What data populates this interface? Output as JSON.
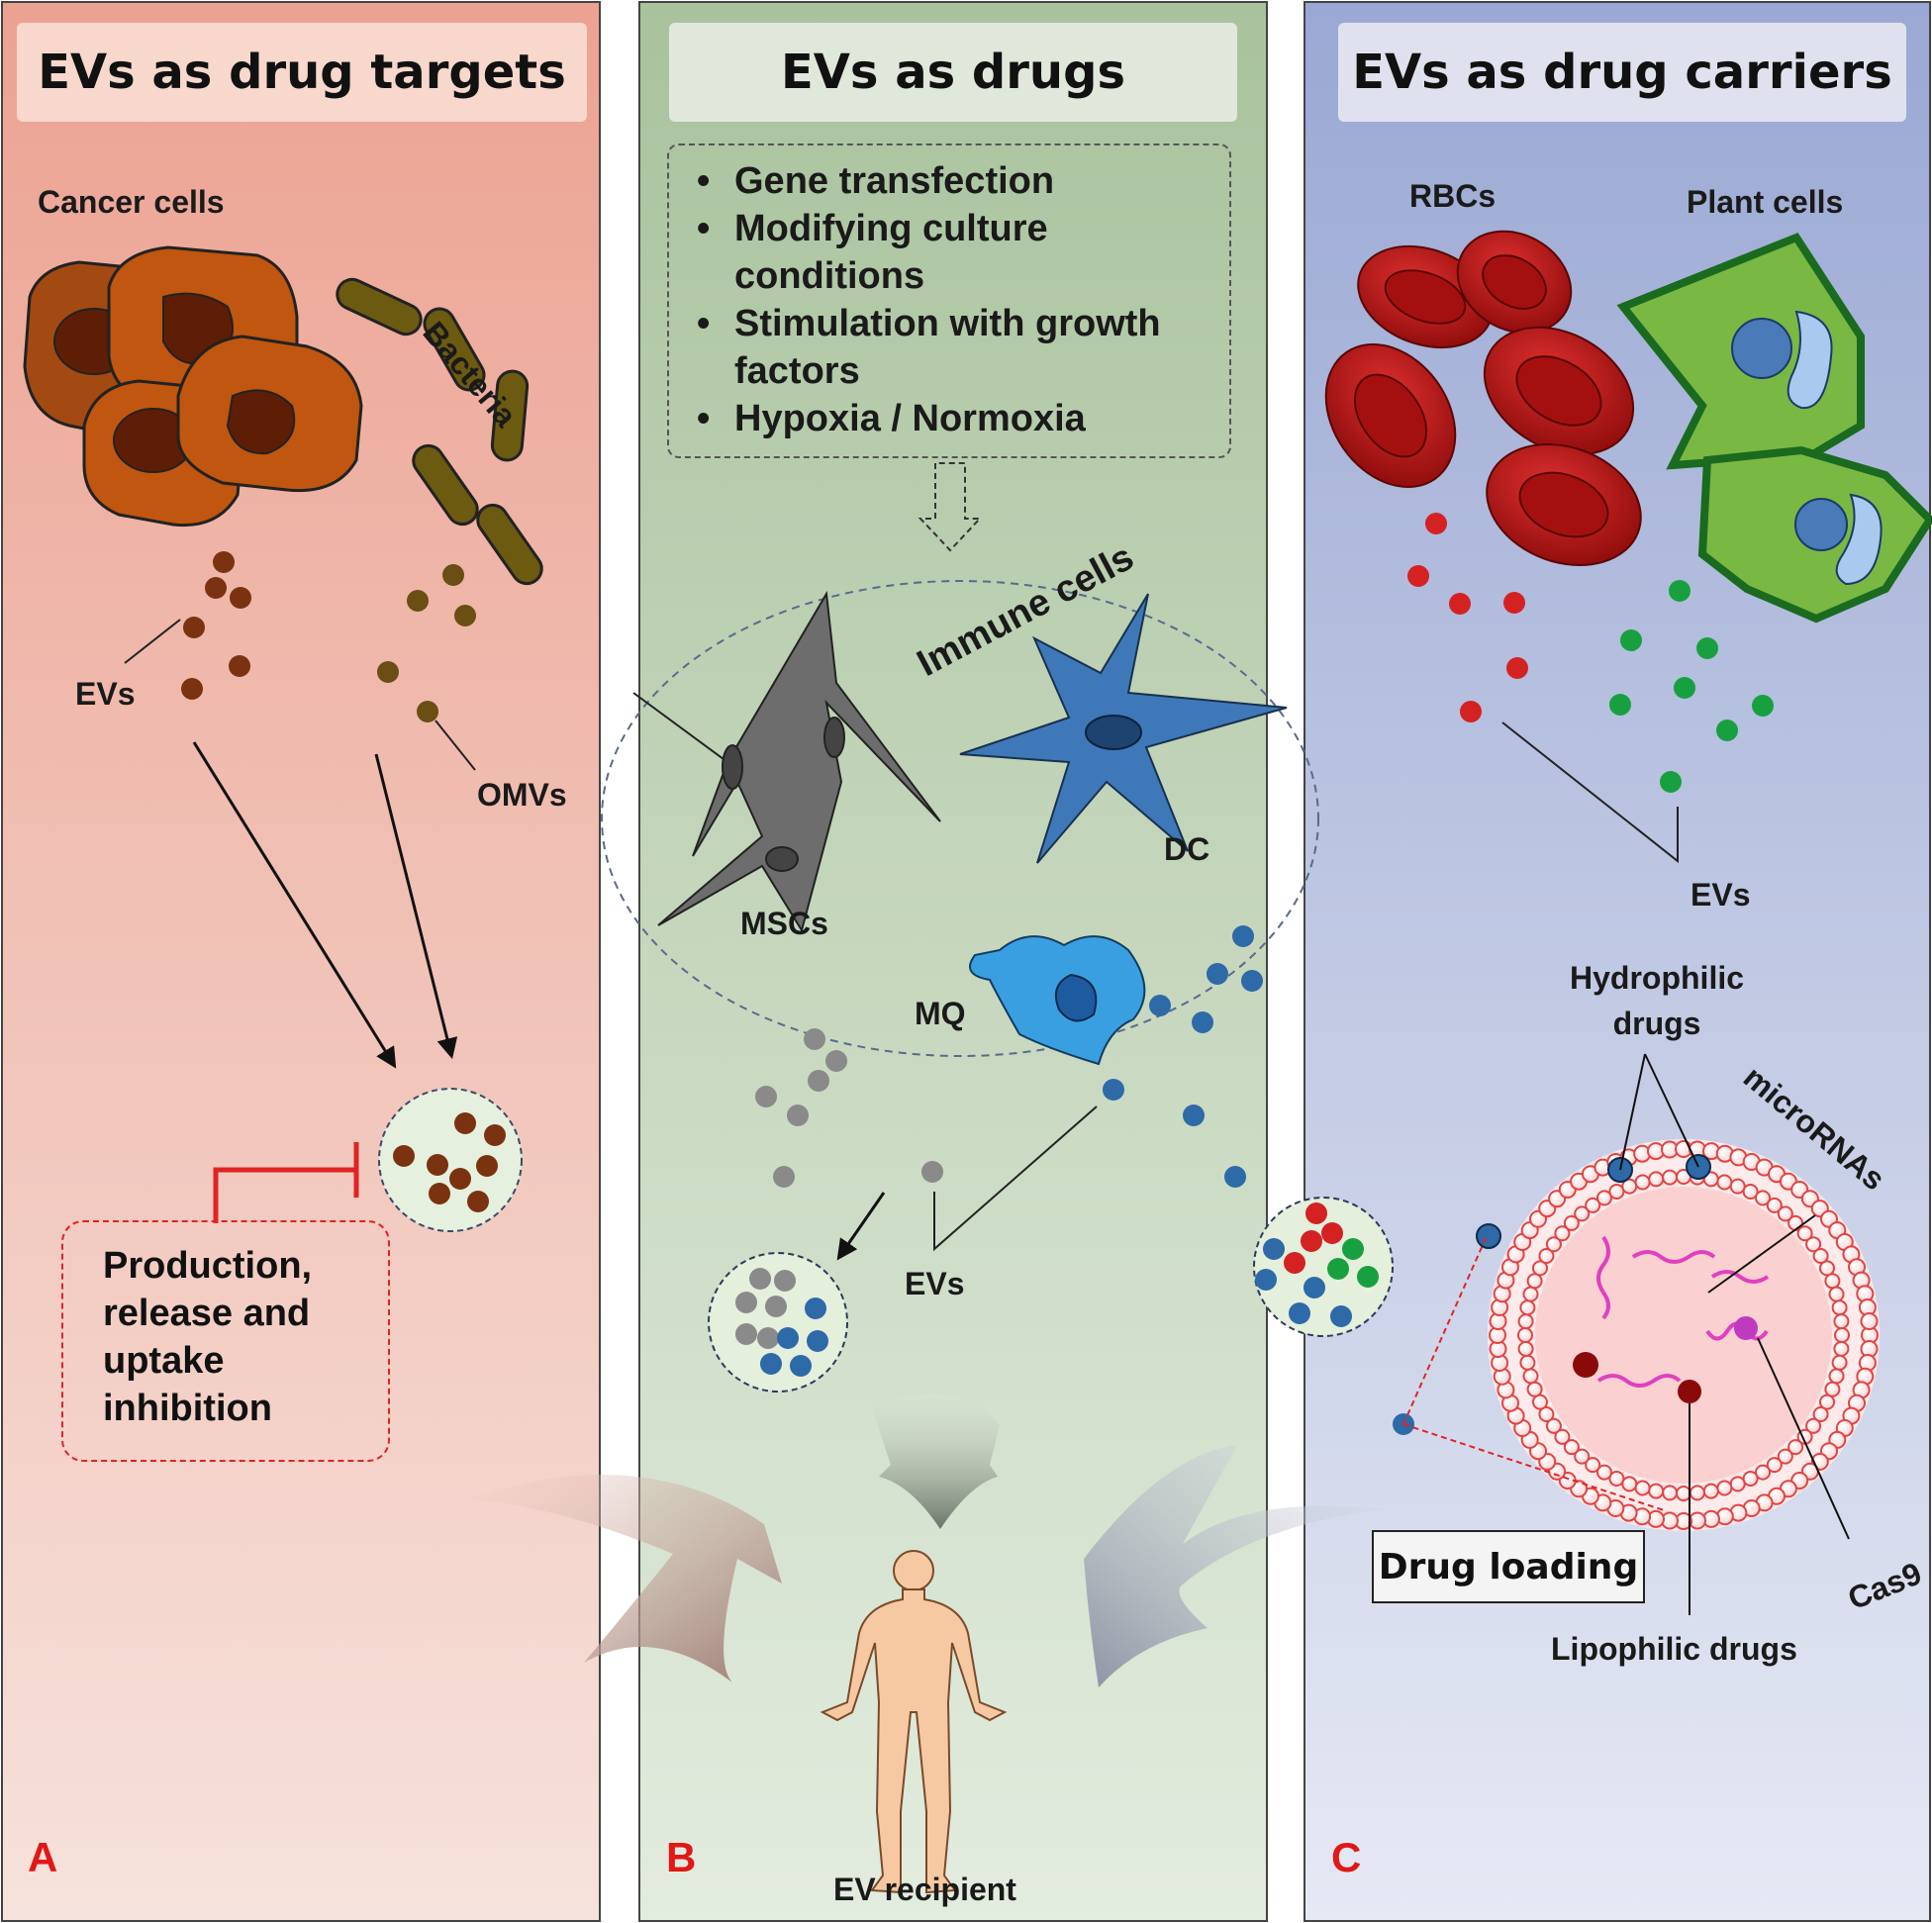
{
  "panels": [
    {
      "title": "EVs as drug targets",
      "letter": "A",
      "color": "#f0b8a8"
    },
    {
      "title": "EVs as drugs",
      "letter": "B",
      "color": "#b8cdb0"
    },
    {
      "title": "EVs as drug carriers",
      "letter": "C",
      "color": "#a8b4d8"
    }
  ],
  "panel_a": {
    "cancer_cells": "Cancer cells",
    "bacteria": "Bacteria",
    "evs": "EVs",
    "omvs": "OMVs",
    "inhibition": "Production,\nrelease and\nuptake\ninhibition"
  },
  "panel_b": {
    "bullets": [
      "Gene transfection",
      "Modifying culture conditions",
      "Stimulation with growth factors",
      "Hypoxia / Normoxia"
    ],
    "immune_cells": "Immune cells",
    "mscs": "MSCs",
    "dc": "DC",
    "mq": "MQ",
    "evs": "EVs",
    "recipient": "EV recipient"
  },
  "panel_c": {
    "rbcs": "RBCs",
    "plant_cells": "Plant cells",
    "evs": "EVs",
    "hydrophilic": "Hydrophilic\ndrugs",
    "micrornas": "microRNAs",
    "cas9": "Cas9",
    "drug_loading": "Drug loading",
    "lipophilic": "Lipophilic drugs"
  }
}
